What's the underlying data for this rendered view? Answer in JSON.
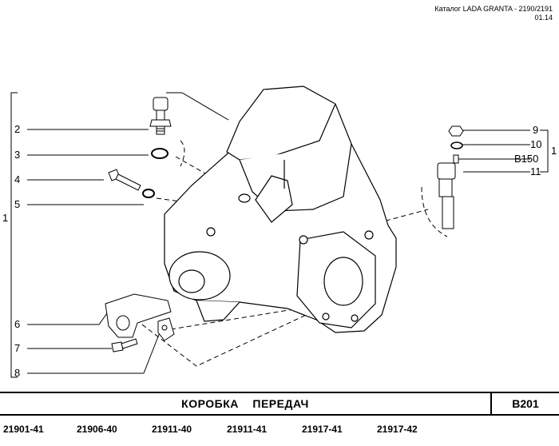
{
  "header": {
    "catalog_line": "Каталог  LADA  GRANTA - 2190/2191",
    "date": "01.14"
  },
  "callouts": {
    "group_left": "1",
    "group_right": "1",
    "item_2": "2",
    "item_3": "3",
    "item_4": "4",
    "item_5": "5",
    "item_6": "6",
    "item_7": "7",
    "item_8": "8",
    "item_9": "9",
    "item_10": "10",
    "item_b150": "B150",
    "item_11": "11"
  },
  "footer": {
    "title": "КОРОБКА    ПЕРЕДАЧ",
    "code": "B201",
    "models": [
      "21901-41",
      "21906-40",
      "21911-40",
      "21911-41",
      "21917-41",
      "21917-42"
    ]
  }
}
